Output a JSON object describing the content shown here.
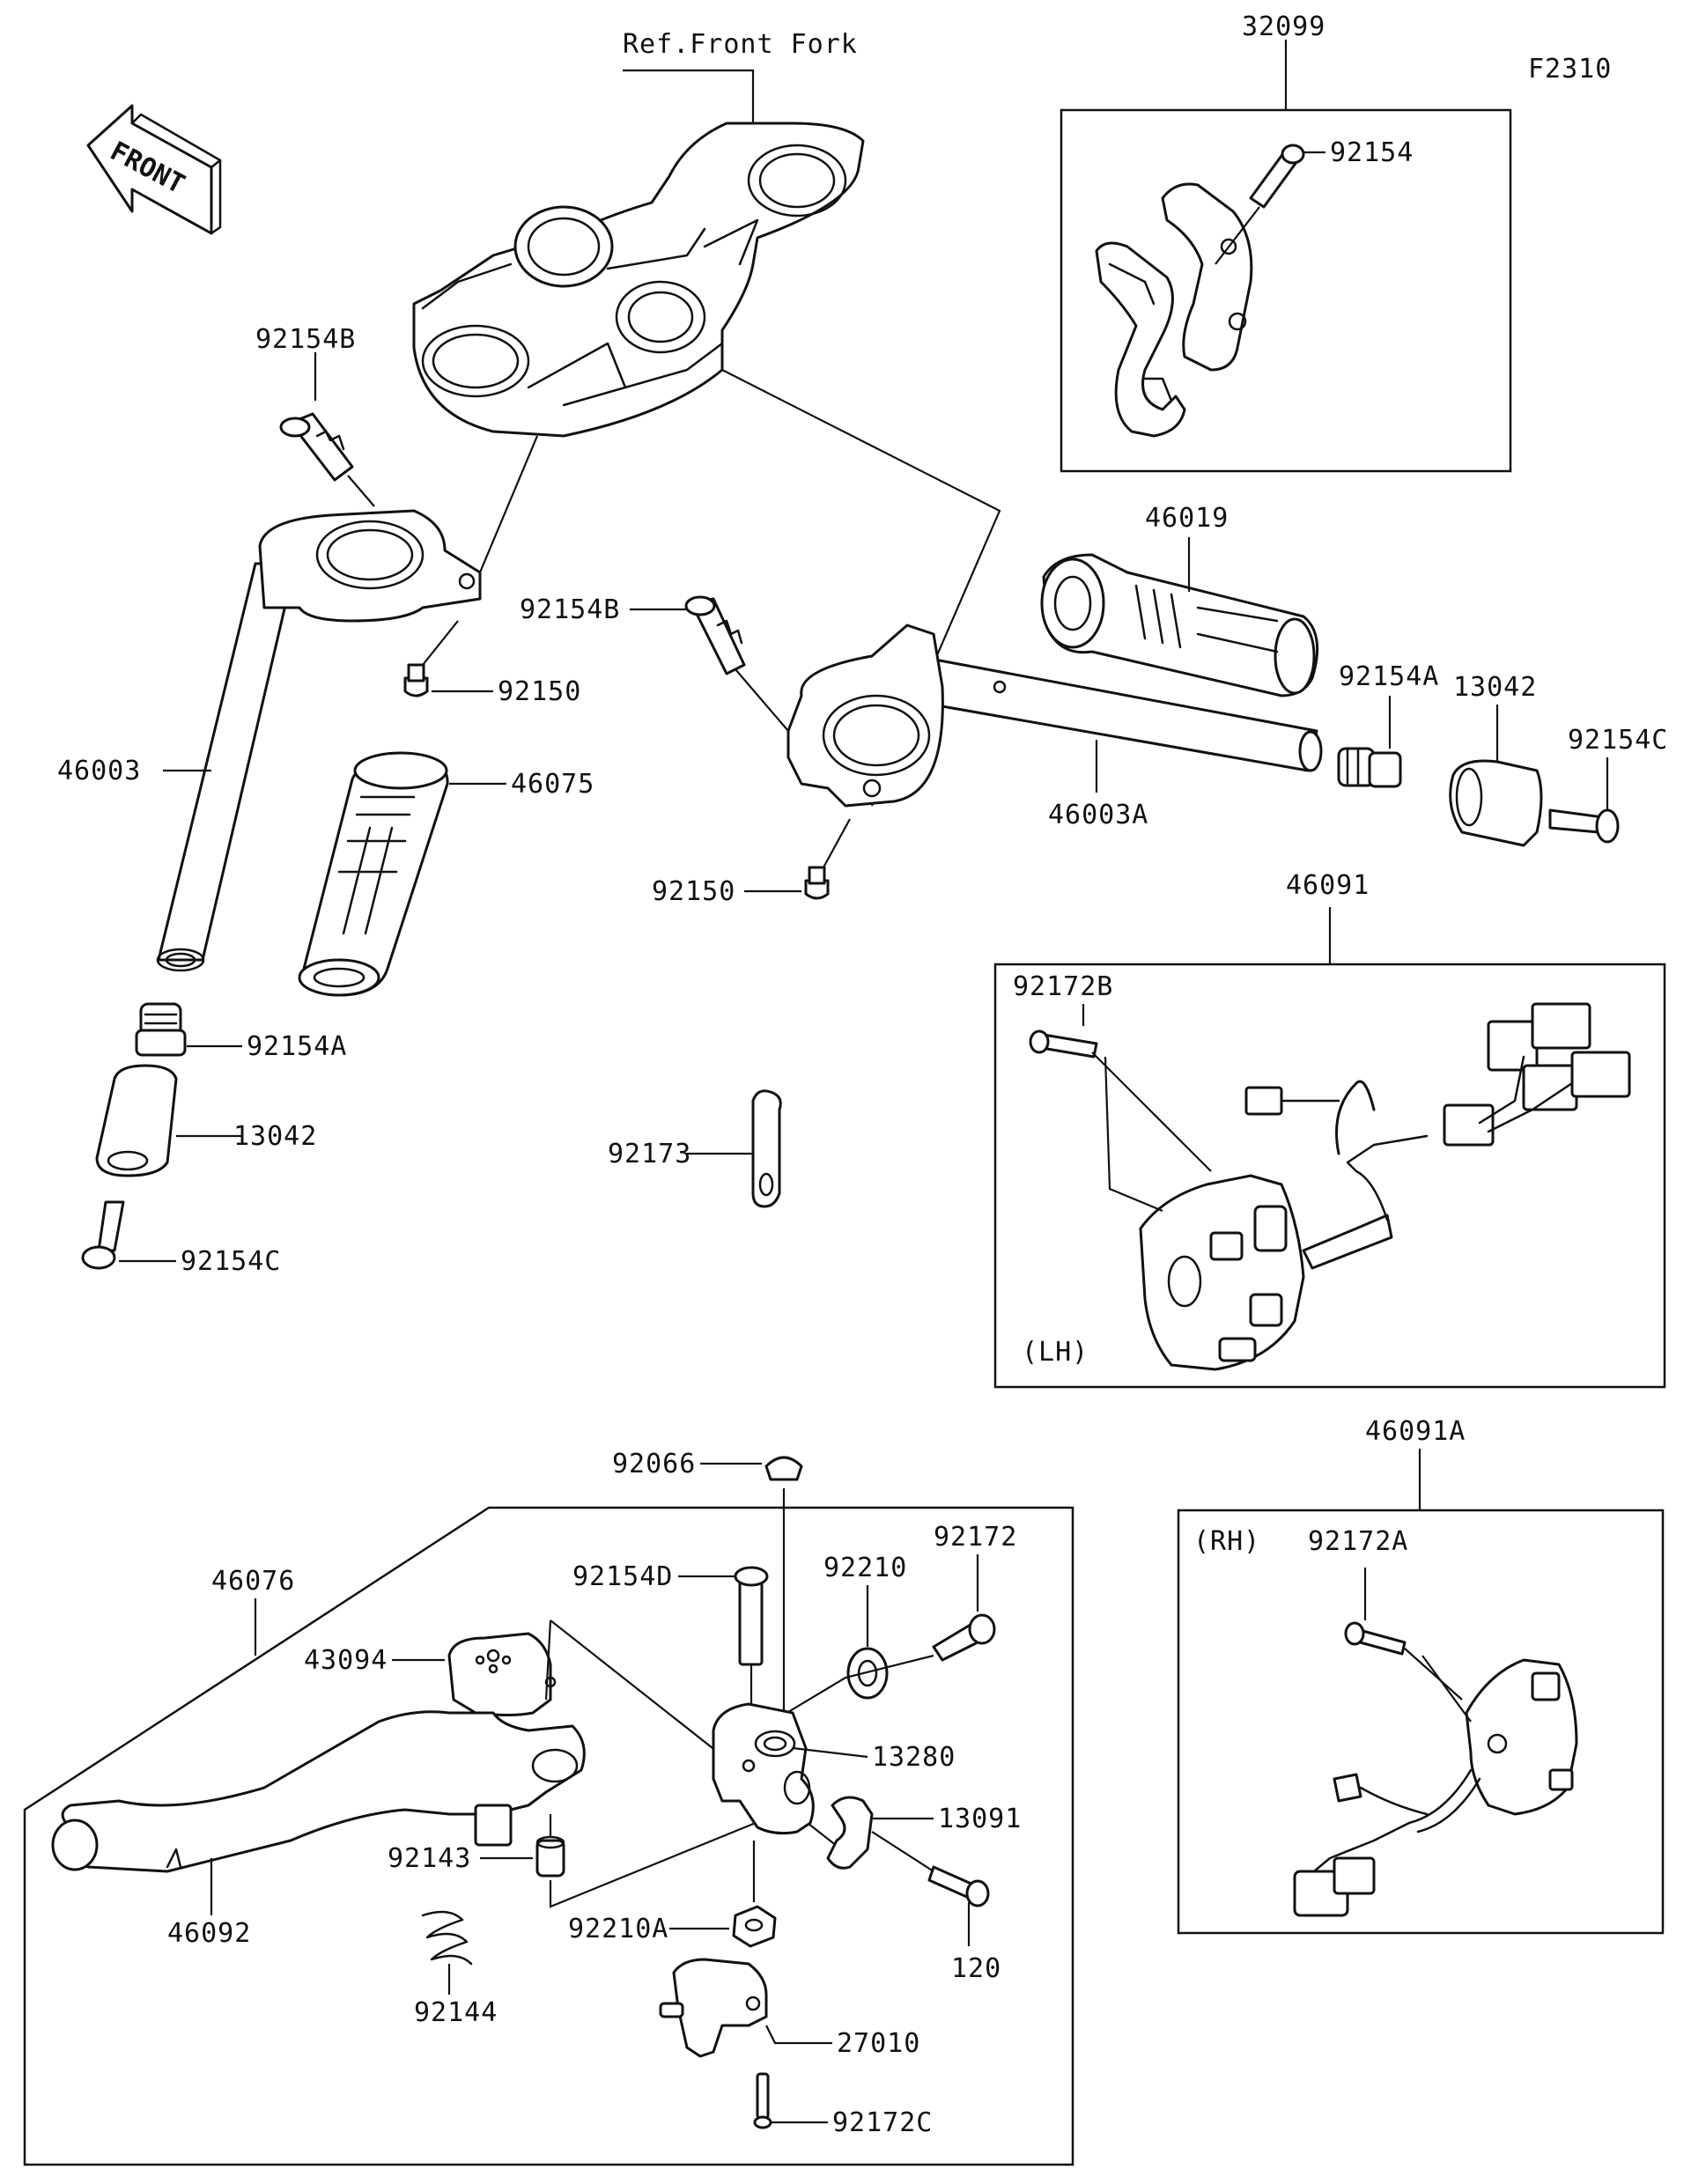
{
  "diagram_code": "F2310",
  "reference_label": "Ref.Front Fork",
  "front_arrow_label": "FRONT",
  "group_labels": {
    "switch_lh_box": "(LH)",
    "switch_rh_box": "(RH)"
  },
  "part_numbers": {
    "p32099": "32099",
    "p92154": "92154",
    "p92154B_left": "92154B",
    "p92154B_right": "92154B",
    "p46019": "46019",
    "p92154A_right": "92154A",
    "p13042_right": "13042",
    "p92154C_right": "92154C",
    "p92150_left": "92150",
    "p46003": "46003",
    "p46075": "46075",
    "p46003A": "46003A",
    "p92150_right": "92150",
    "p46091": "46091",
    "p92172B": "92172B",
    "p92154A_left": "92154A",
    "p13042_left": "13042",
    "p92173": "92173",
    "p92154C_left": "92154C",
    "p92066": "92066",
    "p46091A": "46091A",
    "p46076": "46076",
    "p92172": "92172",
    "p92210": "92210",
    "p92154D": "92154D",
    "p43094": "43094",
    "p92172A": "92172A",
    "p13280": "13280",
    "p13091": "13091",
    "p92143": "92143",
    "p46092": "46092",
    "p92210A": "92210A",
    "p120": "120",
    "p92144": "92144",
    "p27010": "27010",
    "p92172C": "92172C"
  },
  "icons": {
    "front_arrow": "front-direction-arrow-icon"
  }
}
